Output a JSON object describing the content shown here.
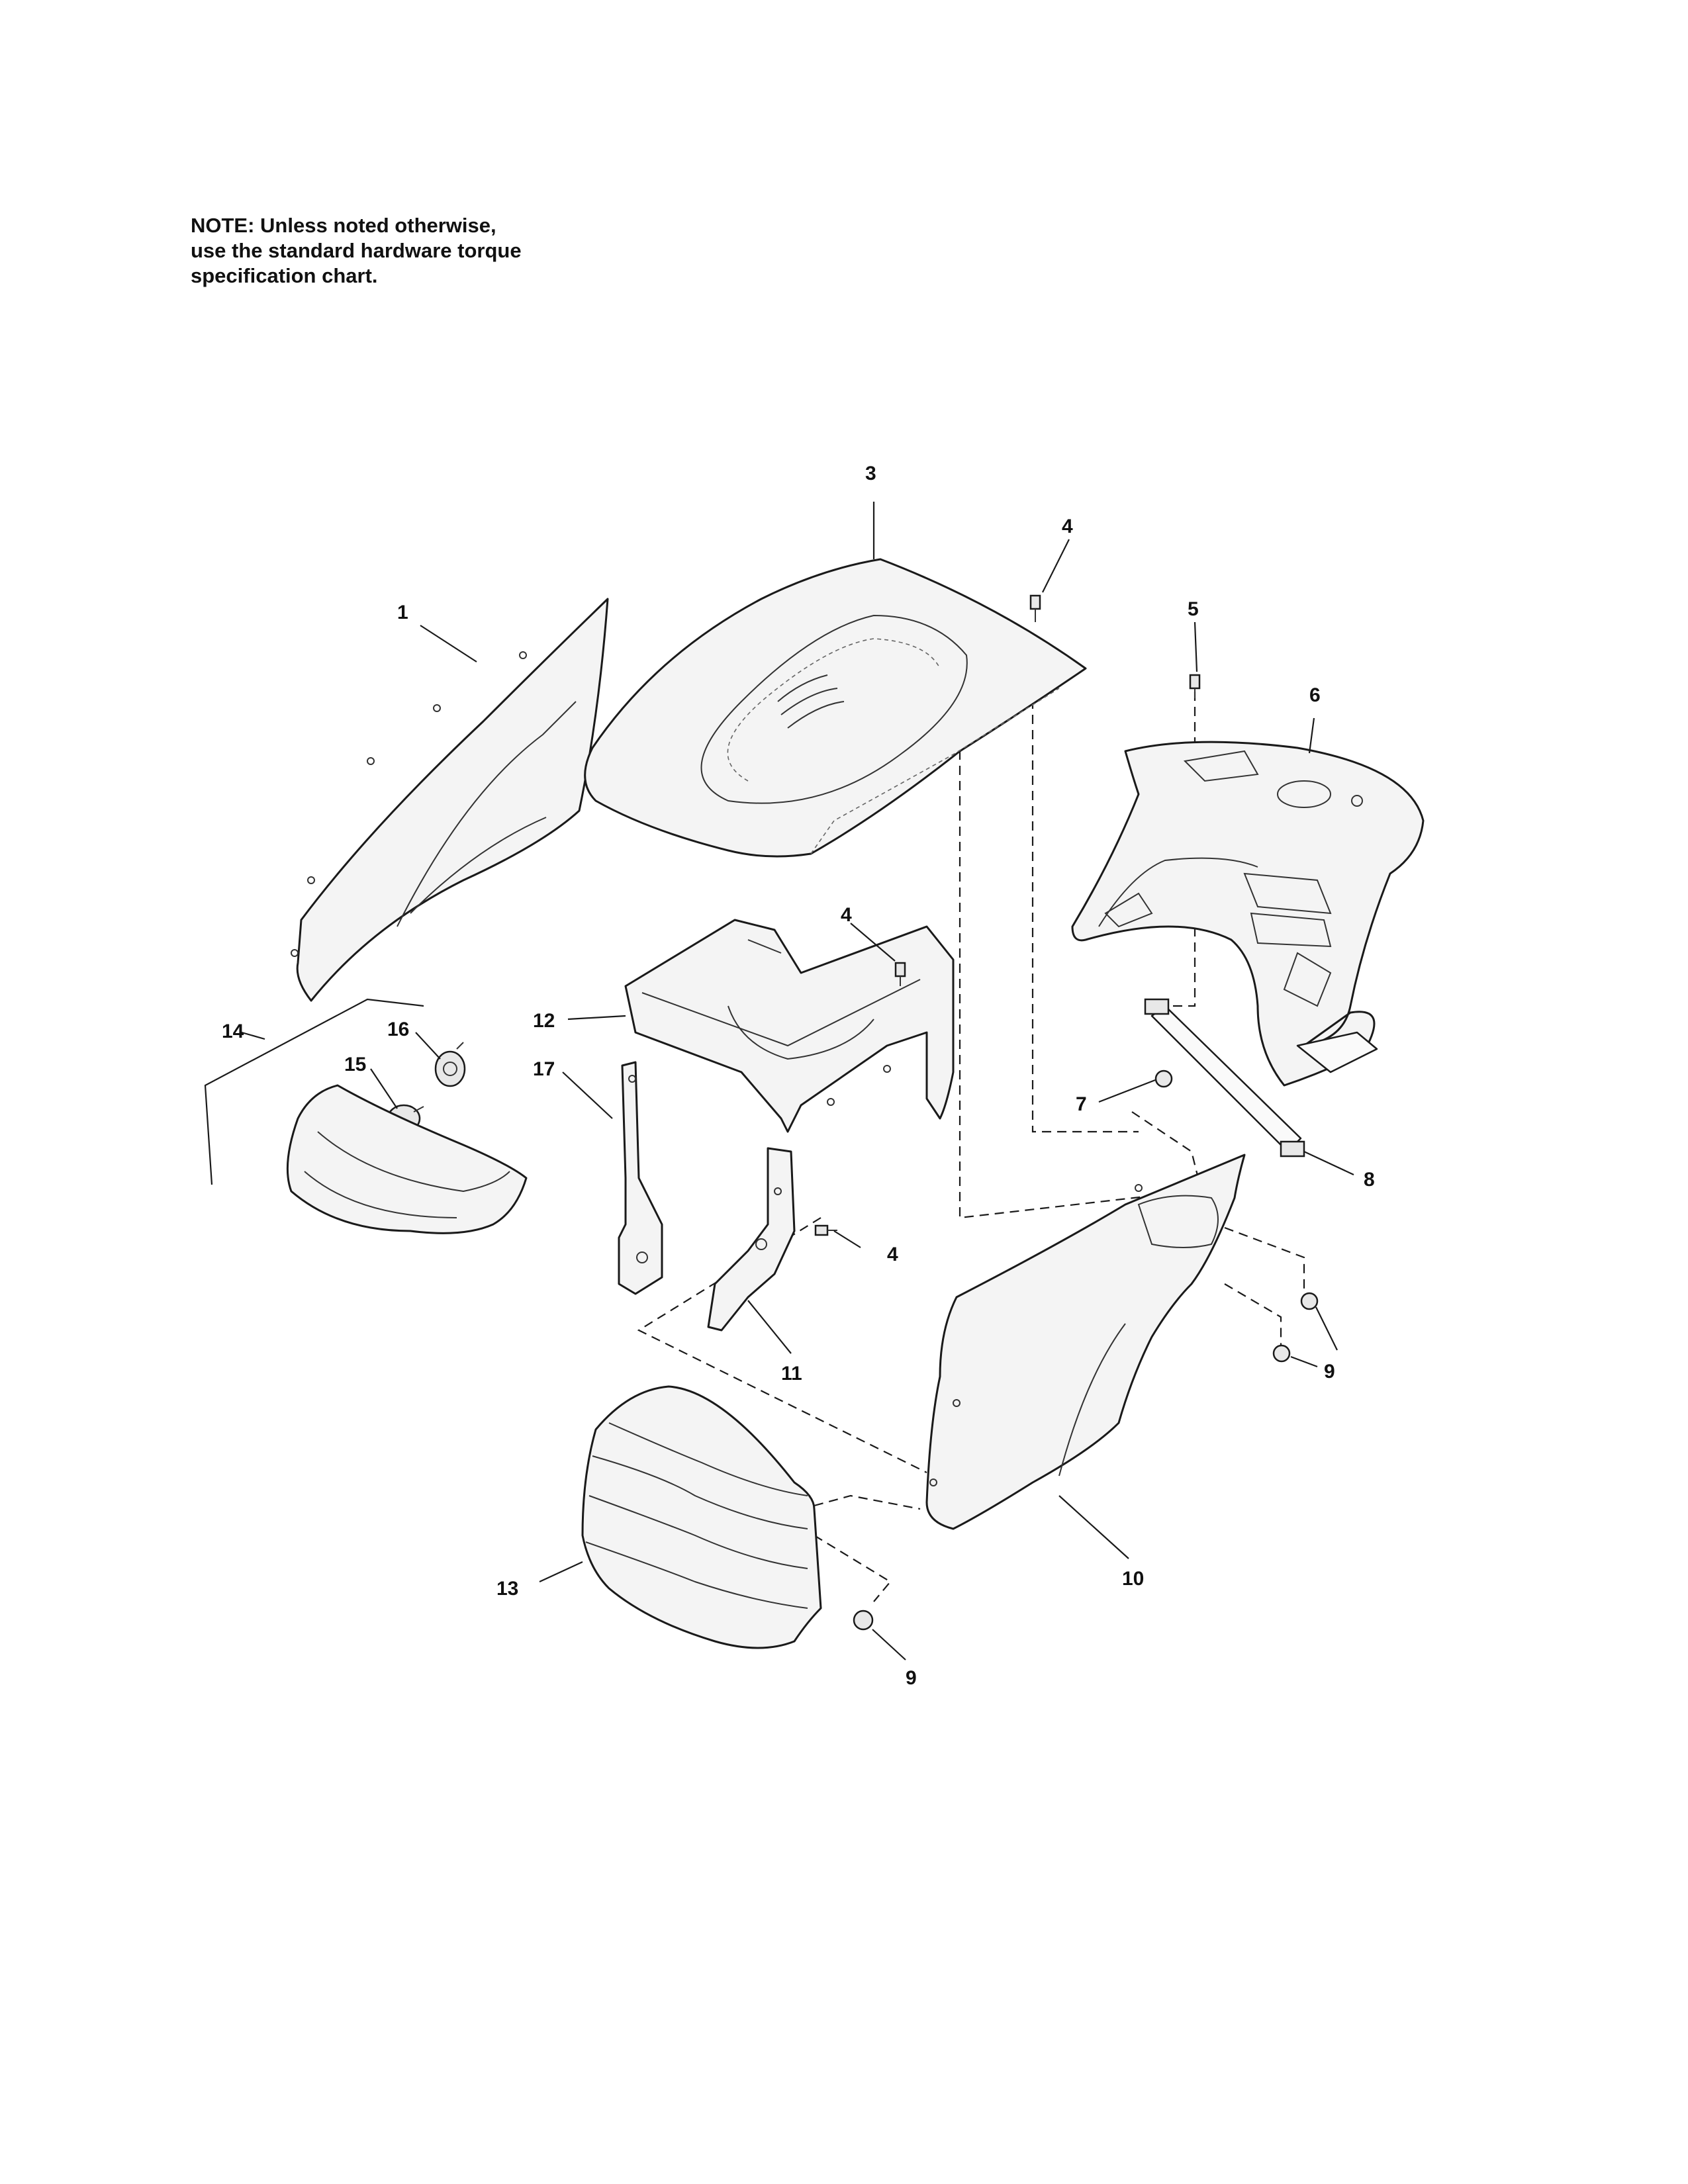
{
  "note": {
    "lines": [
      "NOTE: Unless noted otherwise,",
      "use the standard hardware torque",
      "specification chart."
    ]
  },
  "callouts": {
    "c1": "1",
    "c3": "3",
    "c4a": "4",
    "c4b": "4",
    "c4c": "4",
    "c5": "5",
    "c6": "6",
    "c7": "7",
    "c8": "8",
    "c9a": "9",
    "c9b": "9",
    "c10": "10",
    "c11": "11",
    "c12": "12",
    "c13": "13",
    "c14": "14",
    "c15": "15",
    "c16": "16",
    "c17": "17"
  }
}
